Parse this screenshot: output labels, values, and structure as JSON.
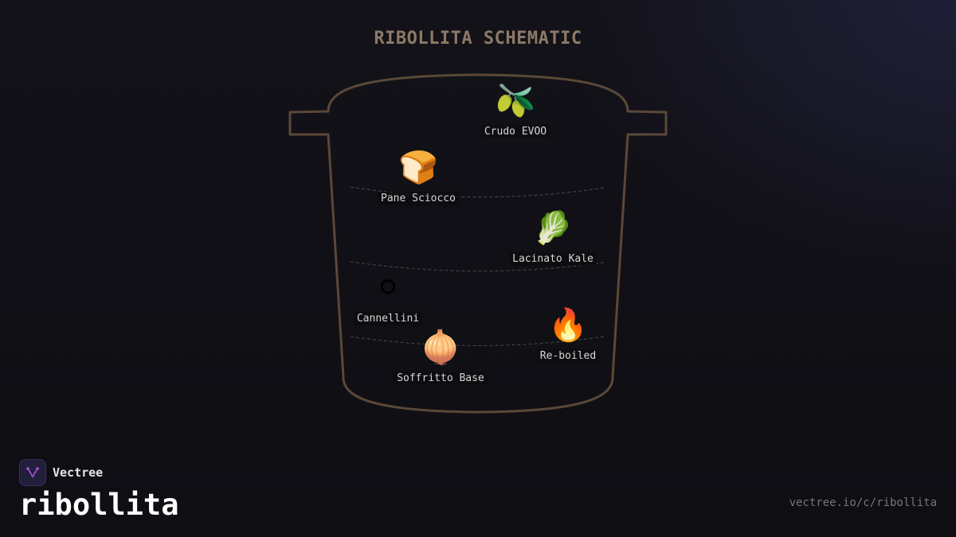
{
  "diagram": {
    "title": "RIBOLLITA SCHEMATIC",
    "ingredients": [
      {
        "name": "Crudo EVOO",
        "icon": "olive-icon",
        "glyph": "🫒"
      },
      {
        "name": "Pane Sciocco",
        "icon": "bread-icon",
        "glyph": "🍞"
      },
      {
        "name": "Lacinato Kale",
        "icon": "leafy-green-icon",
        "glyph": "🥬"
      },
      {
        "name": "Cannellini",
        "icon": "white-circle-icon",
        "glyph": "⚪"
      },
      {
        "name": "Re-boiled",
        "icon": "fire-icon",
        "glyph": "🔥"
      },
      {
        "name": "Soffritto Base",
        "icon": "onion-icon",
        "glyph": "🧅"
      }
    ]
  },
  "branding": {
    "name": "Vectree",
    "title": "ribollita",
    "url": "vectree.io/c/ribollita"
  },
  "colors": {
    "pot_outline": "#5a4838",
    "title": "#8c7a66",
    "logo_accent": "#a45ad8"
  }
}
